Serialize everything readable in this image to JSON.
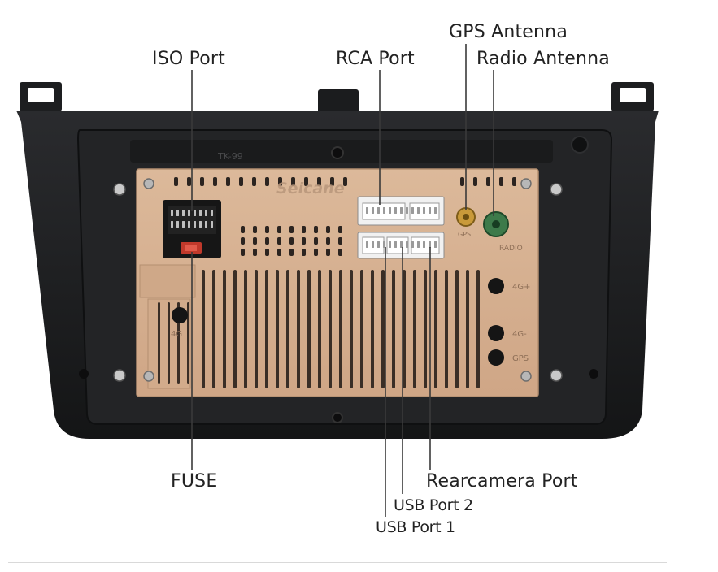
{
  "labels": {
    "iso_port": "ISO Port",
    "rca_port": "RCA Port",
    "gps_antenna": "GPS Antenna",
    "radio_antenna": "Radio Antenna",
    "fuse": "FUSE",
    "rearcamera_port": "Rearcamera Port",
    "usb_port_2": "USB Port 2",
    "usb_port_1": "USB Port 1"
  },
  "device_markings": {
    "brand": "Seicane",
    "model_code": "TK-99",
    "gps_jack": "GPS",
    "radio_jack": "RADIO",
    "jack_4g_plus": "4G+",
    "jack_4g_minus": "4G-",
    "jack_gps_lower": "GPS",
    "side_4g": "4G"
  },
  "colors": {
    "frame": "#1d1e20",
    "panel": "#d7b293",
    "text": "#222222",
    "radio_green": "#3d7a4a",
    "fuse_red": "#c0392b"
  }
}
